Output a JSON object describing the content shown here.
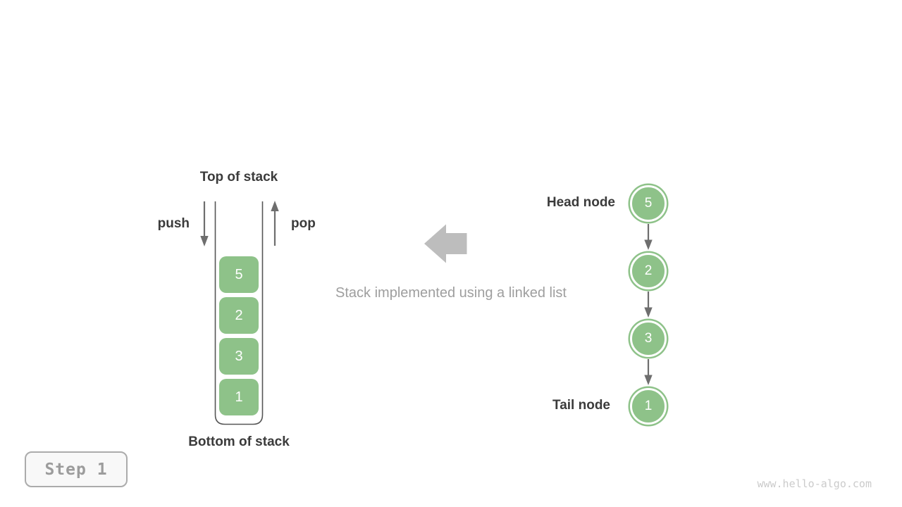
{
  "figure": {
    "caption": "Stack implemented using a linked list",
    "step_label": "Step 1",
    "watermark": "www.hello-algo.com"
  },
  "stack": {
    "top_label": "Top of stack",
    "bottom_label": "Bottom of stack",
    "push_label": "push",
    "pop_label": "pop",
    "elements": [
      "5",
      "2",
      "3",
      "1"
    ]
  },
  "linked_list": {
    "head_label": "Head node",
    "tail_label": "Tail node",
    "nodes": [
      "5",
      "2",
      "3",
      "1"
    ]
  },
  "icons": {
    "push_arrow": "arrow-down",
    "pop_arrow": "arrow-up",
    "next_pointer": "arrow-down",
    "transform_arrow": "block-arrow-left"
  },
  "colors": {
    "node_green": "#8ec289",
    "pointer_gray": "#6e6e6e",
    "block_arrow_gray": "#bdbdbd",
    "label_dark": "#3b3b3b",
    "caption_gray": "#9e9e9e"
  }
}
